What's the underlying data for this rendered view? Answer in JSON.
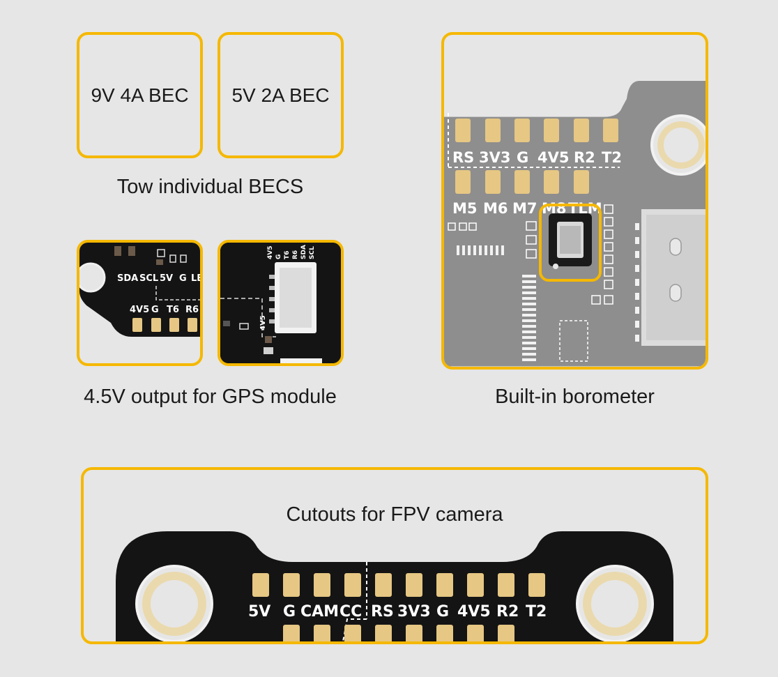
{
  "colors": {
    "accent": "#f5b800",
    "pcb_black": "#141414",
    "pcb_gray": "#8e8e8e",
    "pad_gold": "#e6c783",
    "background": "#e6e6e6"
  },
  "becs": {
    "bec1": "9V 4A BEC",
    "bec2": "5V 2A BEC",
    "caption": "Tow individual BECS"
  },
  "gps": {
    "caption": "4.5V output for GPS module",
    "left_top_labels": [
      "SDA",
      "SCL",
      "5V",
      "G",
      "LE"
    ],
    "left_bottom_labels": [
      "4V5",
      "G",
      "T6",
      "R6"
    ],
    "connector_labels": [
      "4V5",
      "G",
      "T6",
      "R6",
      "SDA",
      "SCL"
    ],
    "side_label": "4V5"
  },
  "baro": {
    "caption": "Built-in borometer",
    "top_labels": [
      "RS",
      "3V3",
      "G",
      "4V5",
      "R2",
      "T2"
    ],
    "motor_labels": [
      "M5",
      "M6",
      "M7",
      "M8",
      "TLM"
    ]
  },
  "camera": {
    "caption": "Cutouts for FPV camera",
    "left_labels": [
      "5V",
      "G",
      "CAM",
      "CC"
    ],
    "right_labels": [
      "RS",
      "3V3",
      "G",
      "4V5",
      "R2",
      "T2"
    ]
  }
}
